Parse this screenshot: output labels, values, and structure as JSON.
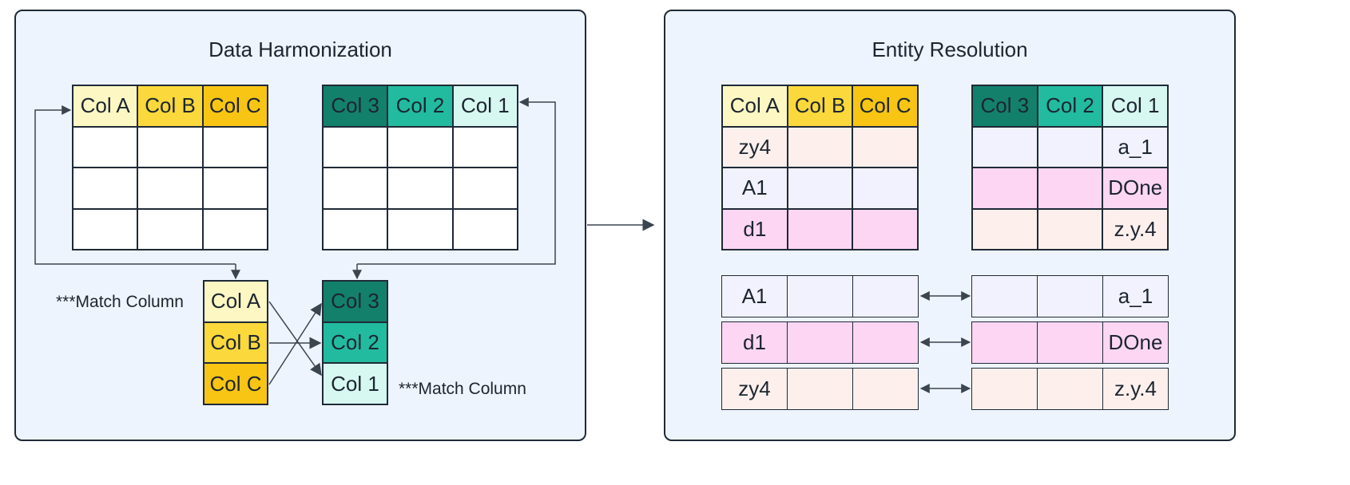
{
  "panels": {
    "left_title": "Data Harmonization",
    "right_title": "Entity Resolution"
  },
  "columns": {
    "a": "Col A",
    "b": "Col B",
    "c": "Col C",
    "n3": "Col 3",
    "n2": "Col 2",
    "n1": "Col 1"
  },
  "notes": {
    "match_left": "***Match Column",
    "match_right": "***Match Column"
  },
  "resolution": {
    "left_rows": [
      "zy4",
      "A1",
      "d1"
    ],
    "right_rows": [
      "a_1",
      "DOne",
      "z.y.4"
    ],
    "pairs": [
      {
        "left": "A1",
        "right": "a_1"
      },
      {
        "left": "d1",
        "right": "DOne"
      },
      {
        "left": "zy4",
        "right": "z.y.4"
      }
    ]
  },
  "colors": {
    "col_a": "#fdf8c3",
    "col_b": "#fbd83b",
    "col_c": "#f8c514",
    "col_3": "#13806c",
    "col_2": "#22bba0",
    "col_1": "#d7f8f1",
    "peach": "#fdf0ec",
    "lavender": "#f1f2fd",
    "pink": "#fdd6f4",
    "panel_bg": "#eef4fe"
  }
}
